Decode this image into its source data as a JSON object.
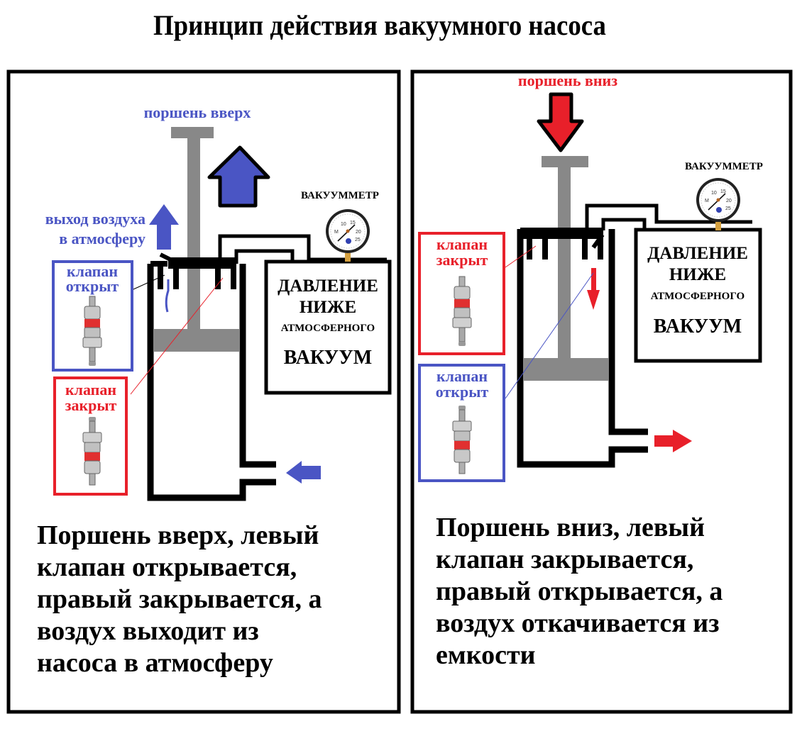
{
  "title": "Принцип действия вакуумного насоса",
  "colors": {
    "blue": "#4a55c4",
    "red": "#e8202a",
    "gray": "#888888",
    "black": "#000000",
    "gauge_brass": "#d4a040"
  },
  "panels": [
    {
      "id": "left",
      "stroke_label": "поршень вверх",
      "stroke_arrow": "up-arrow",
      "air_exit_label_line1": "выход воздуха",
      "air_exit_label_line2": "в атмосферу",
      "gauge_label": "ВАКУУММЕТР",
      "tank_lines": [
        "ДАВЛЕНИЕ",
        "НИЖЕ",
        "АТМОСФЕРНОГО",
        "ВАКУУМ"
      ],
      "valve_boxes": [
        {
          "line1": "клапан",
          "line2": "открыт",
          "state": "open",
          "color": "blue"
        },
        {
          "line1": "клапан",
          "line2": "закрыт",
          "state": "closed",
          "color": "red"
        }
      ],
      "flow_arrow": "left-arrow",
      "description": "Поршень вверх, левый\nклапан открывается,\nправый закрывается, а\nвоздух выходит из\nнасоса в атмосферу"
    },
    {
      "id": "right",
      "stroke_label": "поршень вниз",
      "stroke_arrow": "down-arrow",
      "gauge_label": "ВАКУУММЕТР",
      "tank_lines": [
        "ДАВЛЕНИЕ",
        "НИЖЕ",
        "АТМОСФЕРНОГО",
        "ВАКУУМ"
      ],
      "valve_boxes": [
        {
          "line1": "клапан",
          "line2": "закрыт",
          "state": "closed",
          "color": "red"
        },
        {
          "line1": "клапан",
          "line2": "открыт",
          "state": "open",
          "color": "blue"
        }
      ],
      "flow_arrow": "right-arrow",
      "description": "Поршень  вниз, левый\nклапан закрывается,\nправый открывается, а\nвоздух откачивается из\nемкости"
    }
  ]
}
